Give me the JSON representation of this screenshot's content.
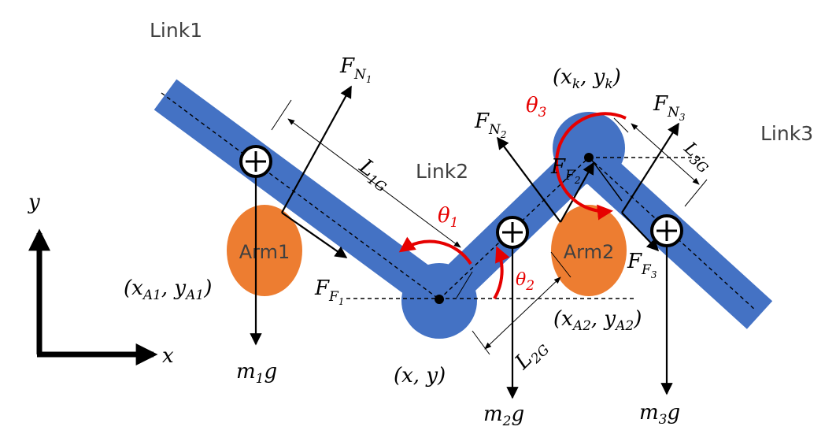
{
  "colors": {
    "link": "#4472c4",
    "link_edge": "#2f5597",
    "arm": "#ed7d31",
    "moment": "#e60000",
    "vector": "#000000"
  },
  "links": {
    "link1": "Link1",
    "link2": "Link2",
    "link3": "Link3"
  },
  "arms": {
    "arm1": "Arm1",
    "arm2": "Arm2"
  },
  "axes": {
    "x": "x",
    "y": "y"
  },
  "points": {
    "joint": "(x, y)",
    "tip": {
      "open": "(x",
      "sub": "k",
      "mid": ", y",
      "close": ")"
    },
    "arm1": {
      "open": "(x",
      "sub": "A1",
      "mid": ", y",
      "close": ")"
    },
    "arm2": {
      "open": "(x",
      "sub": "A2",
      "mid": ", y",
      "close": ")"
    }
  },
  "forces": {
    "normal_base": "F",
    "normal_sub_n": "N",
    "friction_sub_f": "F",
    "idx1": "1",
    "idx2": "2",
    "idx3": "3",
    "weight_m": "m",
    "weight_g": "g"
  },
  "angles": {
    "theta": "θ",
    "t1": "1",
    "t2": "2",
    "t3": "3"
  },
  "lengths": {
    "L": "L",
    "g1": "1G",
    "g2": "2G",
    "g3": "3G"
  },
  "icons": {
    "mass_center": "circle-cross-icon",
    "pivot": "dot-icon",
    "arrow": "arrowhead-icon"
  }
}
